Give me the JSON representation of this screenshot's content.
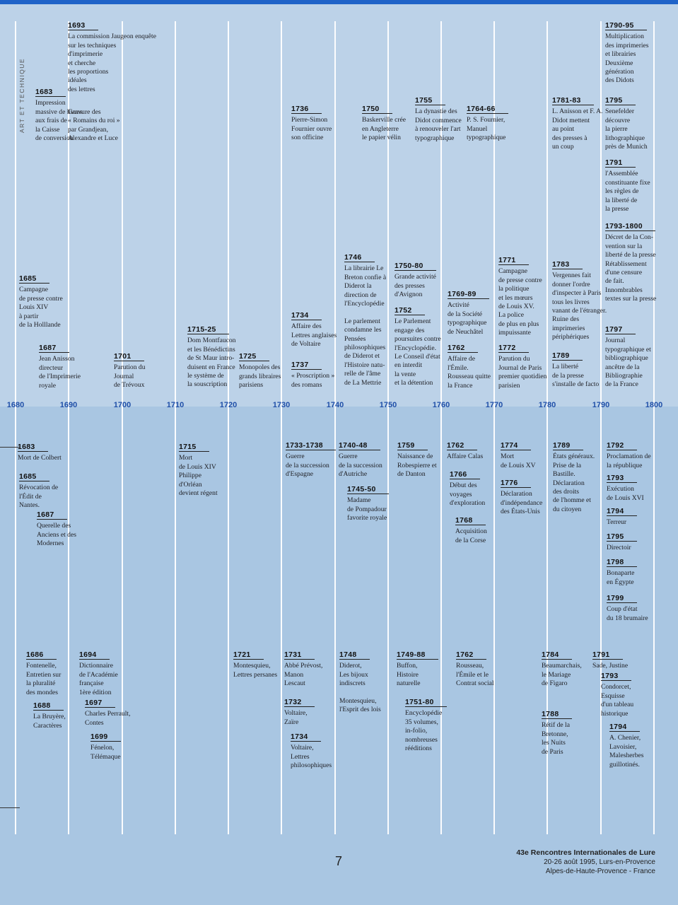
{
  "page": {
    "side_label": "ART ET TECHNIQUE",
    "page_number": "7",
    "footer_lines": [
      "43e Rencontres Internationales de Lure",
      "20-26 août 1995, Lurs-en-Provence",
      "Alpes-de-Haute-Provence - France"
    ]
  },
  "axis": {
    "years": [
      "1680",
      "1690",
      "1700",
      "1710",
      "1720",
      "1730",
      "1740",
      "1750",
      "1760",
      "1770",
      "1780",
      "1790",
      "1800"
    ]
  },
  "events": [
    {
      "year": "1693",
      "text": "La commission Jaugeon enquête\nsur les techniques\nd'imprimerie\net cherche\nles proportions\nidéales\ndes lettres"
    },
    {
      "year": "1683",
      "text": "Impression\nmassive de livres\naux frais de\nla Caisse\nde conversion"
    },
    {
      "year": "",
      "text": "Gravure des\n« Romains du roi »\npar Grandjean,\nAlexandre et Luce"
    },
    {
      "year": "1736",
      "text": "Pierre-Simon\nFournier ouvre\nson officine"
    },
    {
      "year": "1750",
      "text": "Baskerville crée\nen Angleterre\nle papier vélin"
    },
    {
      "year": "1755",
      "text": "La dynastie des\nDidot commence\nà renouveler l'art\ntypographique"
    },
    {
      "year": "1764-66",
      "text": "P. S. Fournier,\nManuel\ntypographique"
    },
    {
      "year": "1781-83",
      "text": "L. Anisson et F. A.\nDidot mettent\nau point\ndes presses à\nun coup"
    },
    {
      "year": "1790-95",
      "text": "Multiplication\ndes imprimeries\net librairies\nDeuxième\ngénération\ndes Didots"
    },
    {
      "year": "1795",
      "text": "Senefelder\ndécouvre\nla pierre\nlithographique\nprès de Munich"
    },
    {
      "year": "1791",
      "text": "l'Assemblée\nconstituante fixe\nles règles de\nla liberté de\nla presse"
    },
    {
      "year": "1793-1800",
      "text": "Décret de la Con-\nvention sur la\nliberté de la presse\nRétablissement\nd'une censure\nde fait.\nInnombrables\ntextes sur la presse"
    },
    {
      "year": "1685",
      "text": "Campagne\nde presse contre\nLouis XIV\nà partir\nde la Holllande"
    },
    {
      "year": "1687",
      "text": "Jean Anisson\ndirecteur\nde l'Imprimerie\nroyale"
    },
    {
      "year": "1701",
      "text": "Parution du\nJournal\nde Trévoux"
    },
    {
      "year": "1715-25",
      "text": "Dom Montfaucon\net les Bénédictins\nde St Maur intro-\nduisent en France\nle système de\nla souscription"
    },
    {
      "year": "1725",
      "text": "Monopoles des\ngrands libraires\nparisiens"
    },
    {
      "year": "1734",
      "text": "Affaire des\nLettres anglaises\nde Voltaire"
    },
    {
      "year": "1737",
      "text": "« Proscription »\ndes romans"
    },
    {
      "year": "1746",
      "text": "La librairie Le\nBreton confie à\nDiderot la\ndirection de\nl'Encyclopédie\n\nLe parlement\ncondamne les\nPensées\nphilosophiques\nde Diderot et\nl'Histoire natu-\nrelle de l'âme\nde La Mettrie"
    },
    {
      "year": "1750-80",
      "text": "Grande activité\ndes presses\nd'Avignon"
    },
    {
      "year": "1752",
      "text": "Le Parlement\nengage des\npoursuites contre\nl'Encyclopédie.\nLe Conseil d'état\nen interdit\nla vente\net la détention"
    },
    {
      "year": "1769-89",
      "text": "Activité\nde la Société\ntypographique\nde Neuchâtel"
    },
    {
      "year": "1762",
      "text": "Affaire de\nl'Émile.\nRousseau quitte\nla France"
    },
    {
      "year": "1771",
      "text": "Campagne\nde presse contre\nla politique\net les mœurs\nde Louis XV.\nLa police\nde plus en plus\nimpuissante"
    },
    {
      "year": "1772",
      "text": "Parution du\nJournal de Paris\npremier quotidien\nparisien"
    },
    {
      "year": "1783",
      "text": "Vergennes fait\ndonner l'ordre\nd'inspecter à Paris\ntous les livres\nvanant de l'étranger.\nRuine des\nimprimeries\npériphériques"
    },
    {
      "year": "1789",
      "text": "La liberté\nde la presse\ns'installe de facto"
    },
    {
      "year": "1797",
      "text": "Journal\ntypographique et\nbibliographique\nancêtre de la\nBibliographie\nde la France"
    },
    {
      "year": "1683",
      "text": "Mort de Colbert"
    },
    {
      "year": "1685",
      "text": "Révocation de\nl'Édit de\nNantes."
    },
    {
      "year": "1687",
      "text": "Querelle des\nAnciens et des\nModernes"
    },
    {
      "year": "1715",
      "text": "Mort\nde Louis XIV\nPhilippe\nd'Orléan\ndevient régent"
    },
    {
      "year": "1733-1738",
      "text": "Guerre\nde la succession\nd'Espagne"
    },
    {
      "year": "1740-48",
      "text": "Guerre\nde la succession\nd'Autriche"
    },
    {
      "year": "1745-50",
      "text": "Madame\nde Pompadour\nfavorite royale"
    },
    {
      "year": "1759",
      "text": "Naissance de\nRobespierre et\nde Danton"
    },
    {
      "year": "1762",
      "text": "Affaire Calas"
    },
    {
      "year": "1766",
      "text": "Début des\nvoyages\nd'exploration"
    },
    {
      "year": "1768",
      "text": "Acquisition\nde la Corse"
    },
    {
      "year": "1774",
      "text": "Mort\nde Louis XV"
    },
    {
      "year": "1776",
      "text": "Déclaration\nd'indépendance\ndes États-Unis"
    },
    {
      "year": "1789",
      "text": "États généraux.\nPrise de la\nBastille.\nDéclaration\ndes droits\nde l'homme et\ndu citoyen"
    },
    {
      "year": "1792",
      "text": "Proclamation de\nla république"
    },
    {
      "year": "1793",
      "text": "Exécution\nde Louis XVI"
    },
    {
      "year": "1794",
      "text": "Terreur"
    },
    {
      "year": "1795",
      "text": "Directoir"
    },
    {
      "year": "1798",
      "text": "Bonaparte\nen Égypte"
    },
    {
      "year": "1799",
      "text": "Coup d'état\ndu 18 brumaire"
    },
    {
      "year": "1686",
      "text": "Fontenelle,\nEntretien sur\nla pluralité\ndes mondes"
    },
    {
      "year": "1688",
      "text": "La Bruyère,\nCaractères"
    },
    {
      "year": "1694",
      "text": "Dictionnaire\nde l'Académie\nfrançaise\n1ère édition"
    },
    {
      "year": "1697",
      "text": "Charles Perrault,\nContes"
    },
    {
      "year": "1699",
      "text": "Fénelon,\nTélémaque"
    },
    {
      "year": "1721",
      "text": "Montesquieu,\nLettres persanes"
    },
    {
      "year": "1731",
      "text": "Abbé Prévost,\nManon\nLescaut"
    },
    {
      "year": "1732",
      "text": "Voltaire,\nZaïre"
    },
    {
      "year": "1734",
      "text": "Voltaire,\nLettres\nphilosophiques"
    },
    {
      "year": "1748",
      "text": "Diderot,\nLes bijoux\nindiscrets\n\nMontesquieu,\nl'Esprit des lois"
    },
    {
      "year": "1749-88",
      "text": "Buffon,\nHistoire\nnaturelle"
    },
    {
      "year": "1751-80",
      "text": "Encyclopédie\n35 volumes,\nin-folio,\nnombreuses\nrééditions"
    },
    {
      "year": "1762",
      "text": "Rousseau,\nl'Émile et le\nContrat social"
    },
    {
      "year": "1784",
      "text": "Beaumarchais,\nle Mariage\nde Figaro"
    },
    {
      "year": "1788",
      "text": "Rétif de la\nBretonne,\nles Nuits\nde Paris"
    },
    {
      "year": "1791",
      "text": "Sade, Justine"
    },
    {
      "year": "1793",
      "text": "Condorcet,\nEsquisse\nd'un tableau\nhistorique"
    },
    {
      "year": "1794",
      "text": "A. Chenier,\nLavoisier,\nMalesherbes\nguillotinés."
    }
  ]
}
